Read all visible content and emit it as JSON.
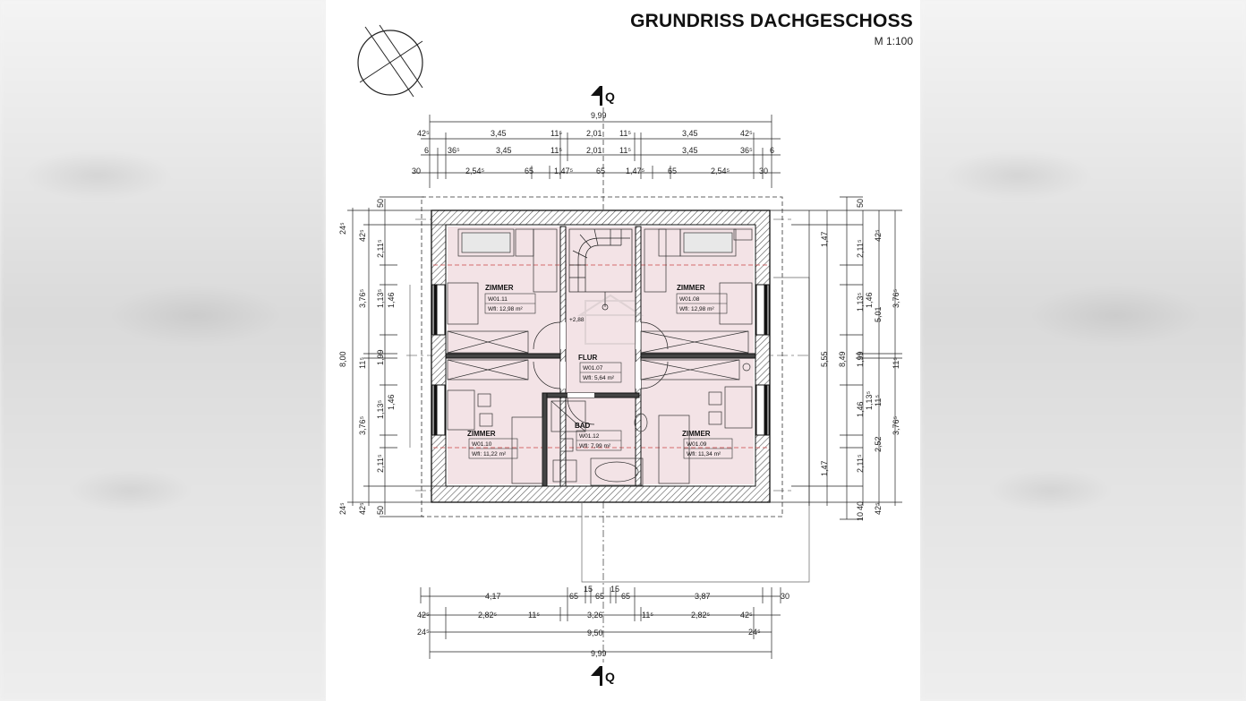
{
  "sheet": {
    "title": "GRUNDRISS DACHGESCHOSS",
    "scale": "M 1:100",
    "level_marker": "+2,88",
    "section_marker": "Q"
  },
  "rooms": [
    {
      "name": "ZIMMER",
      "id": "W01.11",
      "area": "Wfl: 12,98 m²"
    },
    {
      "name": "ZIMMER",
      "id": "W01.08",
      "area": "Wfl: 12,98 m²"
    },
    {
      "name": "FLUR",
      "id": "W01.07",
      "area": "Wfl: 5,64 m²"
    },
    {
      "name": "BAD",
      "id": "W01.12",
      "area": "Wfl: 7,99 m²"
    },
    {
      "name": "ZIMMER",
      "id": "W01.10",
      "area": "Wfl: 11,22 m²"
    },
    {
      "name": "ZIMMER",
      "id": "W01.09",
      "area": "Wfl: 11,34 m²"
    }
  ],
  "dimensions": {
    "top": {
      "overall": "9,99",
      "row1": [
        "42⁵",
        "3,45",
        "11⁵",
        "2,01",
        "11⁵",
        "3,45",
        "42⁵"
      ],
      "row2": [
        "6",
        "36⁵",
        "3,45",
        "11⁵",
        "2,01",
        "11⁵",
        "3,45",
        "36⁵",
        "6"
      ],
      "row3": [
        "30",
        "2,54⁵",
        "65",
        "1,47⁵",
        "65",
        "1,47⁵",
        "65",
        "2,54⁵",
        "30"
      ]
    },
    "bottom": {
      "row1": [
        "4,17",
        "65",
        "15",
        "65",
        "15",
        "65",
        "3,87",
        "30"
      ],
      "row2": [
        "42⁵",
        "2,82⁵",
        "11⁵",
        "3,26",
        "11⁵",
        "2,82⁵",
        "42⁵"
      ],
      "row3": [
        "24⁵",
        "9,50",
        "24⁵"
      ],
      "overall": "9,99"
    },
    "left": {
      "outer": [
        "24⁵",
        "8,00",
        "24⁵"
      ],
      "mid": [
        "42⁵",
        "3,76⁵",
        "11⁵",
        "3,76⁵",
        "42⁵"
      ],
      "inner": [
        "50",
        "2,11⁵",
        "1,13⁵",
        "1,46",
        "1,99",
        "1,13⁵",
        "1,46",
        "2,11⁵",
        "50"
      ]
    },
    "right": {
      "inner": [
        "50",
        "2,11⁵",
        "1,13⁵",
        "1,46",
        "1,99",
        "1,46",
        "1,13⁵",
        "2,11⁵",
        "10",
        "40"
      ],
      "col2": [
        "1,47",
        "5,55",
        "1,47"
      ],
      "col3": [
        "8,49"
      ],
      "col4": [
        "5,01",
        "2,52"
      ],
      "col5": [
        "42⁵",
        "3,76⁵",
        "11⁵",
        "3,76⁵",
        "42⁵"
      ],
      "small": [
        "11⁵"
      ]
    }
  }
}
